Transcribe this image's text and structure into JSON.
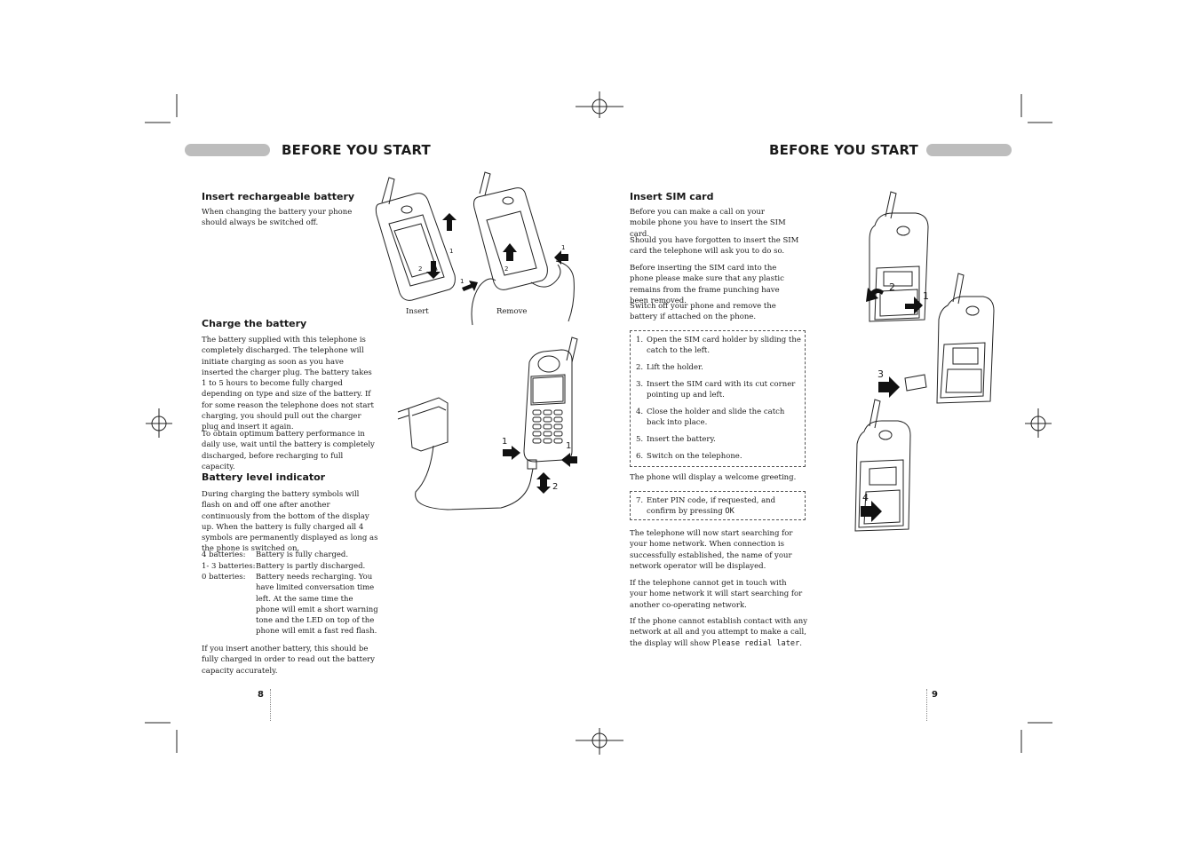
{
  "left_page": {
    "header": {
      "title": "BEFORE YOU START"
    },
    "insert_battery": {
      "heading": "Insert rechargeable battery",
      "text": "When changing the battery your phone should always be switched off.",
      "caption_insert": "Insert",
      "caption_remove": "Remove"
    },
    "charge_battery": {
      "heading": "Charge the battery",
      "para1": "The battery supplied with this telephone is completely discharged. The telephone will initiate charging as soon as you have inserted the charger plug. The battery takes 1 to 5 hours to become fully charged depending on type and size of the battery. If for some reason the telephone does not start charging, you should pull out the charger plug and insert it again.",
      "para2": "To obtain optimum battery performance in daily use, wait until the battery is completely discharged, before recharging to full capacity."
    },
    "battery_level": {
      "heading": "Battery level indicator",
      "para1": "During charging the battery symbols will flash on and off one after another continuously from the bottom of the display up. When the battery is fully charged all 4 symbols are permanently displayed as long as the phone is switched on.",
      "states": [
        {
          "key": "4 batteries:",
          "value": "Battery is fully charged."
        },
        {
          "key": "1- 3 batteries:",
          "value": "Battery is partly discharged."
        },
        {
          "key": "0 batteries:",
          "value": "Battery needs recharging. You have limited conversation time left. At the same time the phone will emit a short warning tone and the LED on top of the phone will emit a fast red flash."
        }
      ],
      "para2": "If you insert another battery, this should be fully charged in order to read out the battery capacity accurately."
    },
    "page_number": "8"
  },
  "right_page": {
    "header": {
      "title": "BEFORE YOU START"
    },
    "insert_sim": {
      "heading": "Insert SIM card",
      "para1": "Before you can make a call on your mobile phone you have to insert the SIM card.",
      "para2": "Should you have forgotten to insert the SIM card the telephone will ask you to do so.",
      "para3": "Before inserting the SIM card into the phone please make sure that any plastic remains from the frame punching have been removed.",
      "para4": "Switch off your phone and remove the battery if attached on the phone."
    },
    "steps": [
      {
        "n": "1.",
        "text": "Open the SIM card holder by sliding the catch to the left."
      },
      {
        "n": "2.",
        "text": "Lift the holder."
      },
      {
        "n": "3.",
        "text": "Insert the SIM card with its cut corner pointing up and left."
      },
      {
        "n": "4.",
        "text": "Close the holder and slide the catch back into place."
      },
      {
        "n": "5.",
        "text": "Insert the battery."
      },
      {
        "n": "6.",
        "text": "Switch on the telephone."
      }
    ],
    "welcome": "The phone will display a welcome greeting.",
    "step7": {
      "n": "7.",
      "text": "Enter PIN code, if requested, and confirm by pressing",
      "code": "OK"
    },
    "after": {
      "para1": "The telephone will now start searching for your home network. When connection is successfully established, the name of your network operator will be displayed.",
      "para2": "If the telephone cannot get in touch with your home network it will start searching for another co-operating network.",
      "para3_pre": "If the phone cannot establish contact with any network at all and you attempt to make a call, the display will show",
      "para3_code": "Please redial later",
      "para3_post": "."
    },
    "page_number": "9"
  },
  "figure_labels": {
    "battery_1": "1",
    "battery_2": "2",
    "remove_1a": "1",
    "remove_1b": "1",
    "remove_2": "2",
    "charger_1a": "1",
    "charger_1b": "1",
    "charger_2": "2",
    "sim_1": "1",
    "sim_2": "2",
    "sim_3": "3",
    "sim_4": "4"
  }
}
